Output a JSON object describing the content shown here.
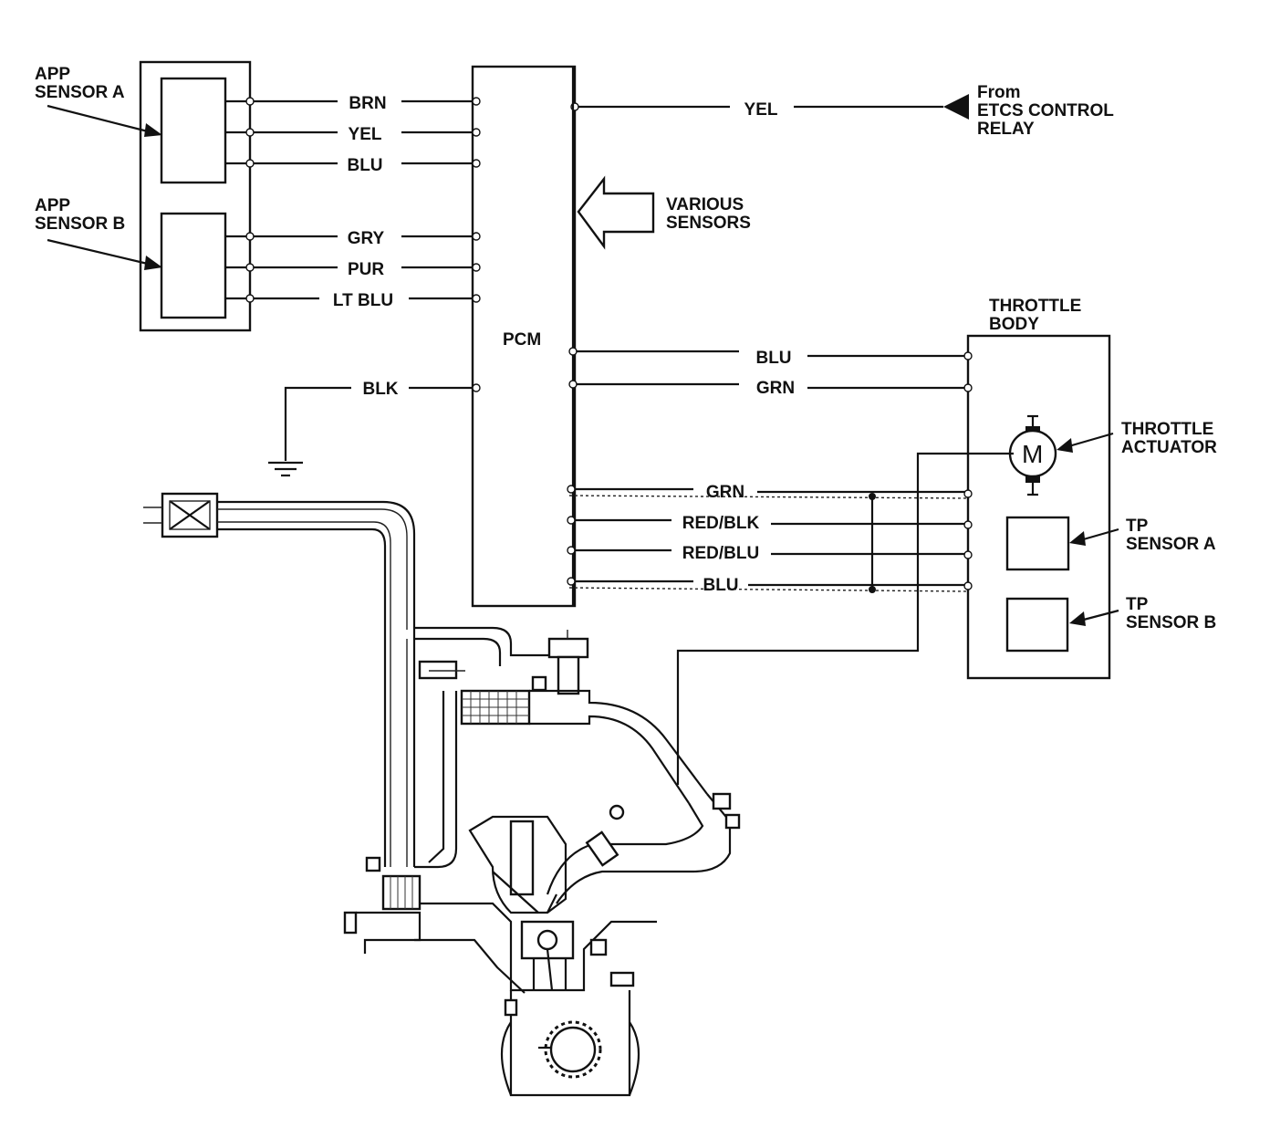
{
  "components": {
    "app_sensor_a": "APP\nSENSOR A",
    "app_sensor_b": "APP\nSENSOR B",
    "pcm": "PCM",
    "various_sensors": "VARIOUS\nSENSORS",
    "etcs_source": "From\nETCS CONTROL\nRELAY",
    "throttle_body": "THROTTLE\nBODY",
    "throttle_actuator": "THROTTLE\nACTUATOR",
    "motor_symbol": "M",
    "tp_sensor_a": "TP\nSENSOR A",
    "tp_sensor_b": "TP\nSENSOR B"
  },
  "wires": {
    "app_a": [
      "BRN",
      "YEL",
      "BLU"
    ],
    "app_b": [
      "GRY",
      "PUR",
      "LT BLU"
    ],
    "ground": "BLK",
    "etcs": "YEL",
    "actuator": [
      "BLU",
      "GRN"
    ],
    "tp_sensors": [
      "GRN",
      "RED/BLK",
      "RED/BLU",
      "BLU"
    ]
  }
}
